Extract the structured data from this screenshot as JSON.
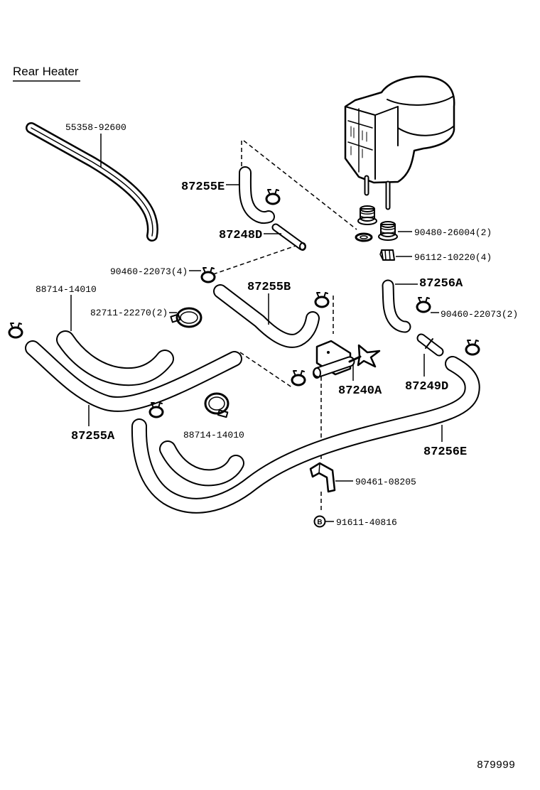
{
  "title": "Rear Heater",
  "figure_number": "879999",
  "parts": {
    "weatherstrip": "55358-92600",
    "hose_87255E": "87255E",
    "pipe_87248D": "87248D",
    "grommet": "90480-26004(2)",
    "clip_96112": "96112-10220(4)",
    "clamp_90460_4": "90460-22073(4)",
    "hose_87255B": "87255B",
    "hose_87256A": "87256A",
    "hose_88714_upper": "88714-14010",
    "clamp_82711": "82711-22270(2)",
    "clamp_90460_2": "90460-22073(2)",
    "valve_87240A": "87240A",
    "pipe_87249D": "87249D",
    "hose_87255A": "87255A",
    "hose_88714_lower": "88714-14010",
    "hose_87256E": "87256E",
    "bracket": "90461-08205",
    "bolt_marker": "B",
    "bolt": "91611-40816"
  }
}
